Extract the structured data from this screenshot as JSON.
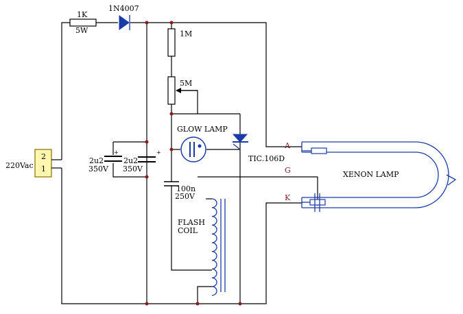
{
  "labels": {
    "supply": "220Vac",
    "connector_pin_2": "2",
    "connector_pin_1": "1",
    "r1_value": "1K",
    "r1_power": "5W",
    "diode": "1N4007",
    "r2_value": "1M",
    "pot_value": "5M",
    "glow_lamp": "GLOW LAMP",
    "cap1_value": "2u2",
    "cap1_voltage": "350V",
    "cap2_value": "2u2",
    "cap2_voltage": "350V",
    "scr": "TIC.106D",
    "terminal_a": "A",
    "terminal_g": "G",
    "terminal_k": "K",
    "xenon_lamp": "XENON LAMP",
    "cap3_value": "100n",
    "cap3_voltage": "250V",
    "coil_line1": "FLASH",
    "coil_line2": "COIL"
  },
  "colors": {
    "wire": "#000000",
    "component_blue": "#1a3aa8",
    "junction": "#8b1a1a",
    "connector_fill": "#fff6b0",
    "terminal_label": "#7a1d1d"
  }
}
